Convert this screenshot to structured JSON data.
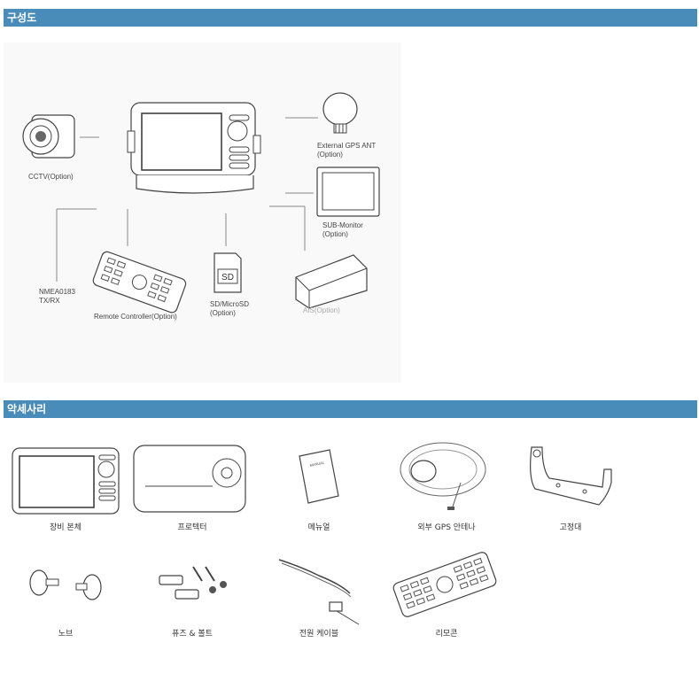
{
  "sections": {
    "config_title": "구성도",
    "accessories_title": "악세사리"
  },
  "diagram": {
    "cctv": "CCTV(Option)",
    "gps_line1": "External GPS ANT",
    "gps_line2": "(Option)",
    "sub_line1": "SUB-Monitor",
    "sub_line2": "(Option)",
    "nmea_line1": "NMEA0183",
    "nmea_line2": "TX/RX",
    "remote": "Remote Controller(Option)",
    "sd_card_text": "SD",
    "sd_line1": "SD/MicroSD",
    "sd_line2": "(Option)",
    "ais": "AIS(Option)"
  },
  "accessories": {
    "main_unit": "장비 본체",
    "protector": "프로텍터",
    "manual": "메뉴얼",
    "manual_cover": "MANUAL",
    "gps_antenna": "외부 GPS 안테나",
    "bracket": "고정대",
    "knob": "노브",
    "fuse_bolt": "퓨즈 & 볼트",
    "power_cable": "전원 케이블",
    "remote": "리모콘"
  }
}
